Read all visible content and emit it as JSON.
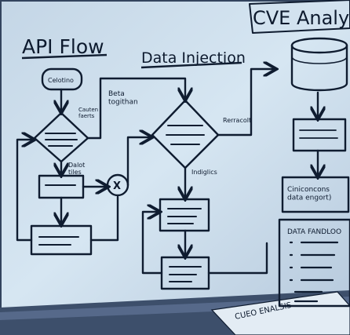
{
  "photo": {
    "board_color": "#cfe0ee",
    "ink_color": "#0f1c30",
    "frame_color": "#3a4a63"
  },
  "headings": {
    "left": "API Flow",
    "middle": "Data Injection",
    "right": "CVE Analys"
  },
  "left_flow": {
    "start_label": "Celotino",
    "decision_side_label": "Cauten\nfaerts",
    "process_side_label": "Dalot\ntiles",
    "merge_symbol": "X",
    "top_note": "Beta\ntogithan"
  },
  "middle_flow": {
    "decision_side_label": "Rerracolt",
    "vertical_label": "Indiglics"
  },
  "right_flow": {
    "box_text": "Ciniconcons\ndata engort)",
    "panel_title": "DATA FANDLOO"
  },
  "bottom_paper_text": "CUEO ENALSIS"
}
